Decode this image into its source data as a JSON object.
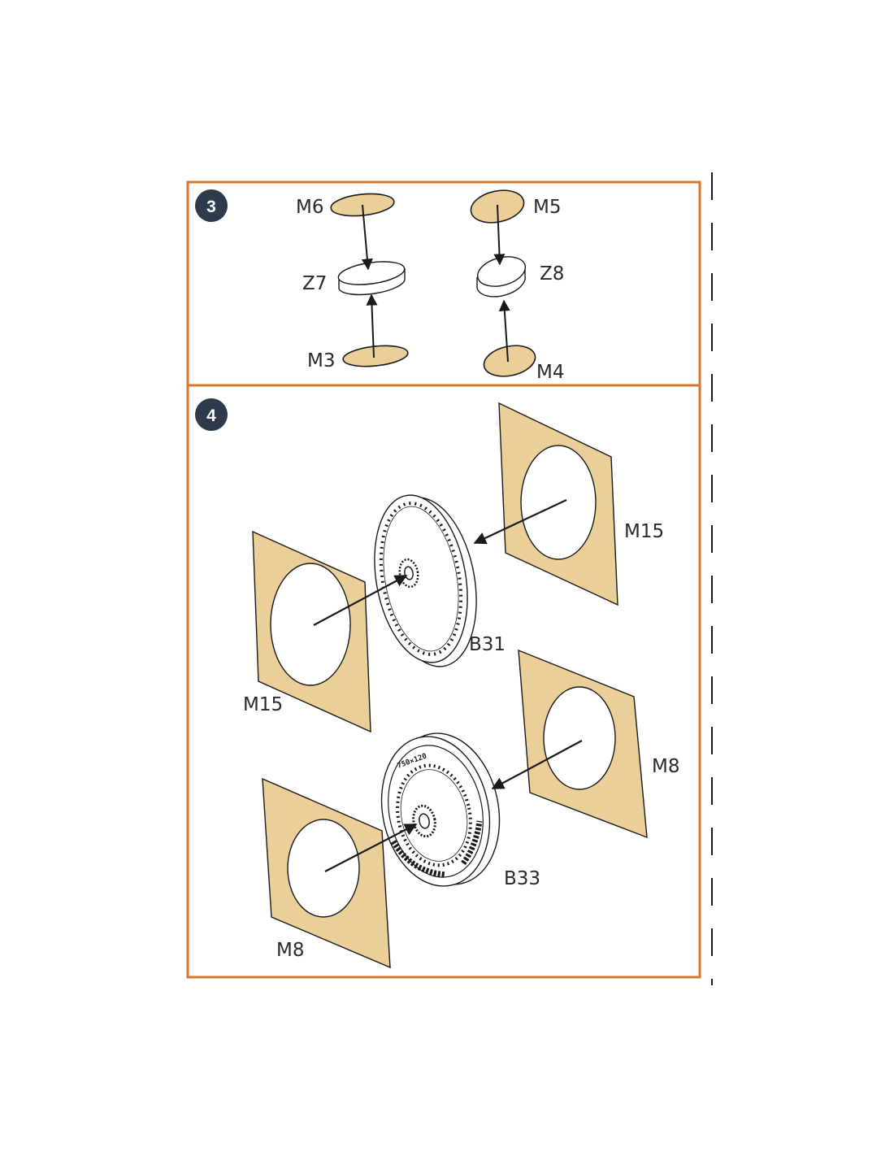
{
  "colors": {
    "frame": "#d9762e",
    "mask": "#ebcf99",
    "badge": "#2d3b4a",
    "line": "#1a1a1a"
  },
  "steps": [
    {
      "number": "3"
    },
    {
      "number": "4"
    }
  ],
  "labels": {
    "m6": "M6",
    "m5": "M5",
    "z7": "Z7",
    "z8": "Z8",
    "m3": "M3",
    "m4": "M4",
    "m15_right": "M15",
    "m15_left": "M15",
    "b31": "B31",
    "m8_right": "M8",
    "m8_left": "M8",
    "b33": "B33"
  },
  "tire_markings": {
    "size": "750×120"
  }
}
